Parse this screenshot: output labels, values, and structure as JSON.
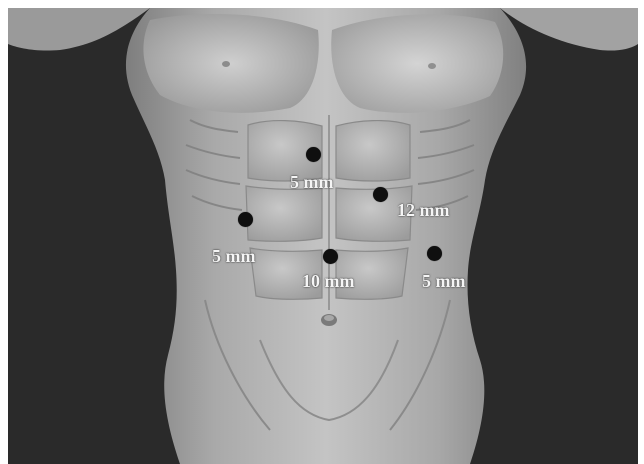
{
  "ports": [
    {
      "id": "upper-5mm",
      "label": "5 mm"
    },
    {
      "id": "right-12mm",
      "label": "12 mm"
    },
    {
      "id": "left-5mm",
      "label": "5 mm"
    },
    {
      "id": "umbilical-10mm",
      "label": "10 mm"
    },
    {
      "id": "right-lower-5mm",
      "label": "5 mm"
    }
  ],
  "colors": {
    "background": "#2a2a2a",
    "skin": "#b8b8b8",
    "port_marker": "#0f0f0f",
    "label_text": "#f5f5f5"
  }
}
